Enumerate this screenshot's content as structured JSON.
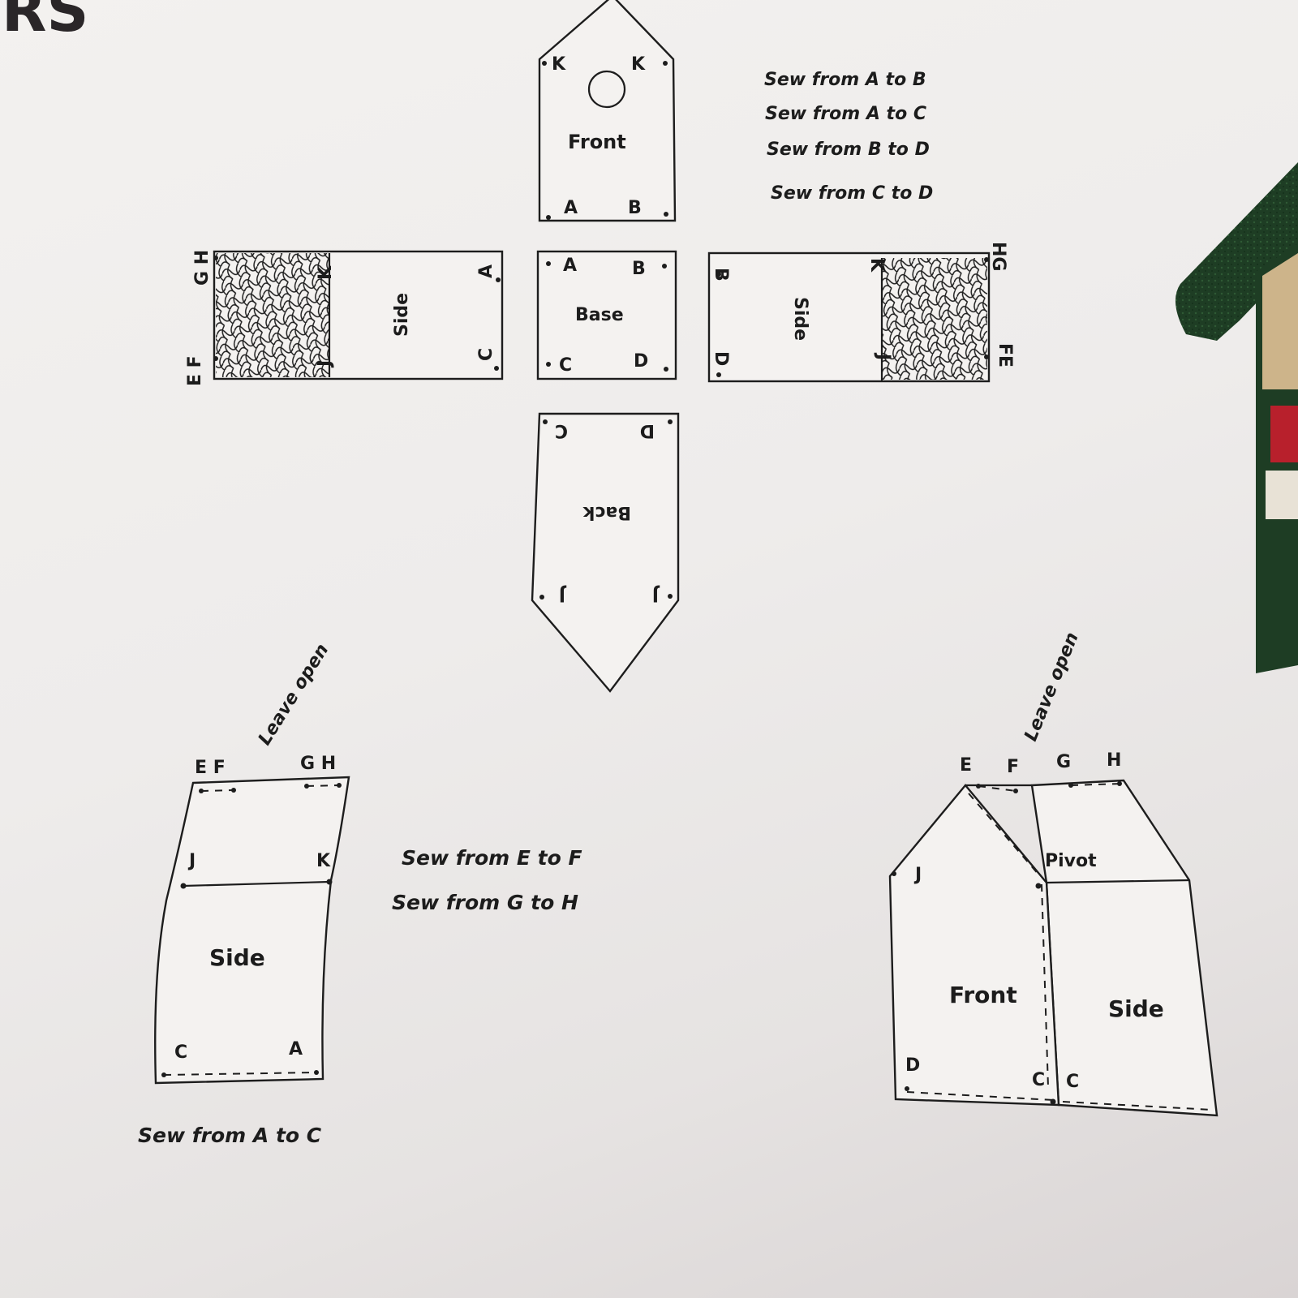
{
  "title_fragment": "RS",
  "top_instructions": [
    "Sew from A to B",
    "Sew from A to C",
    "Sew from B to D",
    "Sew from C to D"
  ],
  "front_piece": {
    "label": "Front",
    "corner_letters": [
      "K",
      "K",
      "A",
      "B"
    ]
  },
  "left_side_piece": {
    "label": "Side",
    "edge_letters": [
      "G H",
      "E F",
      "K",
      "J",
      "A",
      "C"
    ]
  },
  "base_piece": {
    "label": "Base",
    "corner_letters": [
      "A",
      "B",
      "C",
      "D"
    ]
  },
  "right_side_piece": {
    "label": "Side",
    "edge_letters": [
      "B",
      "D",
      "K",
      "J",
      "HG",
      "FE"
    ]
  },
  "back_piece": {
    "label": "Back",
    "corner_letters": [
      "C",
      "D",
      "J",
      "J"
    ]
  },
  "bottom_left_diagram": {
    "leave_open": "Leave open",
    "top_letters": [
      "E F",
      "G H"
    ],
    "mid_letters": [
      "J",
      "K"
    ],
    "label": "Side",
    "bottom_letters": [
      "C",
      "A"
    ],
    "instruction": "Sew from A to C"
  },
  "middle_instructions": [
    "Sew from E to F",
    "Sew from G to H"
  ],
  "bottom_right_diagram": {
    "leave_open": "Leave open",
    "top_letters": [
      "E",
      "F",
      "G",
      "H"
    ],
    "pivot": "Pivot",
    "j_letter": "J",
    "front_label": "Front",
    "side_label": "Side",
    "bottom_letters": [
      "D",
      "C",
      "C"
    ]
  },
  "colors": {
    "paper": "#f1efed",
    "ink": "#1d1d1d",
    "roof_green": "#1e3d24",
    "wall_tan": "#cdb48a"
  }
}
